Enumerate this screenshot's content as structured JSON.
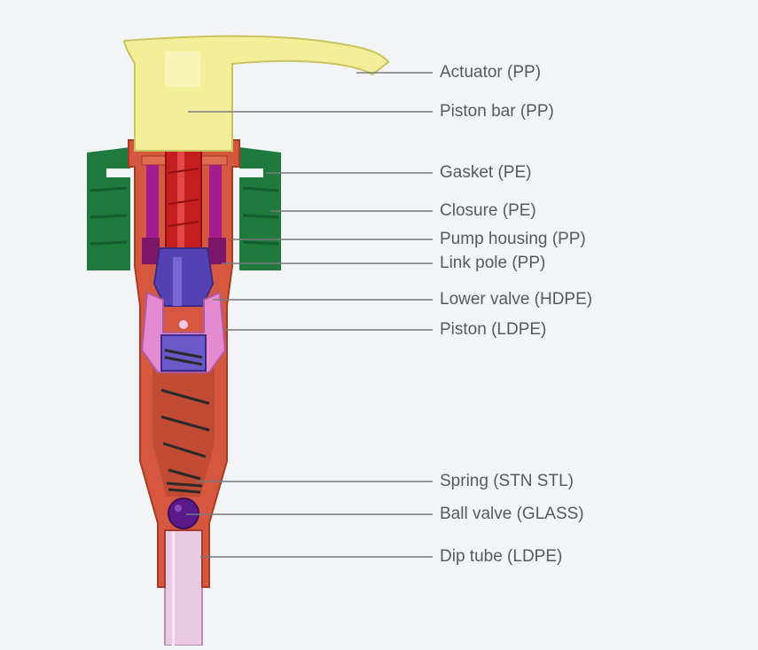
{
  "diagram": {
    "colors": {
      "background": "#f3f4f6",
      "actuator": "#f2ee9a",
      "piston_bar": "#c41e1e",
      "closure": "#1f7a3e",
      "housing": "#d6573f",
      "link_pole": "#a21c8c",
      "lower_valve": "#5442b5",
      "piston": "#e58ad0",
      "spring": "#2a2a2a",
      "ball": "#5a1a8a",
      "dip_tube": "#e9c9e3",
      "leader": "#777a7f",
      "label_text": "#555a60"
    },
    "labels": [
      {
        "id": "actuator",
        "text": "Actuator (PP)"
      },
      {
        "id": "piston-bar",
        "text": "Piston bar (PP)"
      },
      {
        "id": "gasket",
        "text": "Gasket (PE)"
      },
      {
        "id": "closure",
        "text": "Closure (PE)"
      },
      {
        "id": "pump-housing",
        "text": "Pump housing (PP)"
      },
      {
        "id": "link-pole",
        "text": "Link pole (PP)"
      },
      {
        "id": "lower-valve",
        "text": "Lower valve (HDPE)"
      },
      {
        "id": "piston",
        "text": "Piston (LDPE)"
      },
      {
        "id": "spring",
        "text": "Spring (STN STL)"
      },
      {
        "id": "ball-valve",
        "text": "Ball valve (GLASS)"
      },
      {
        "id": "dip-tube",
        "text": "Dip tube (LDPE)"
      }
    ]
  }
}
